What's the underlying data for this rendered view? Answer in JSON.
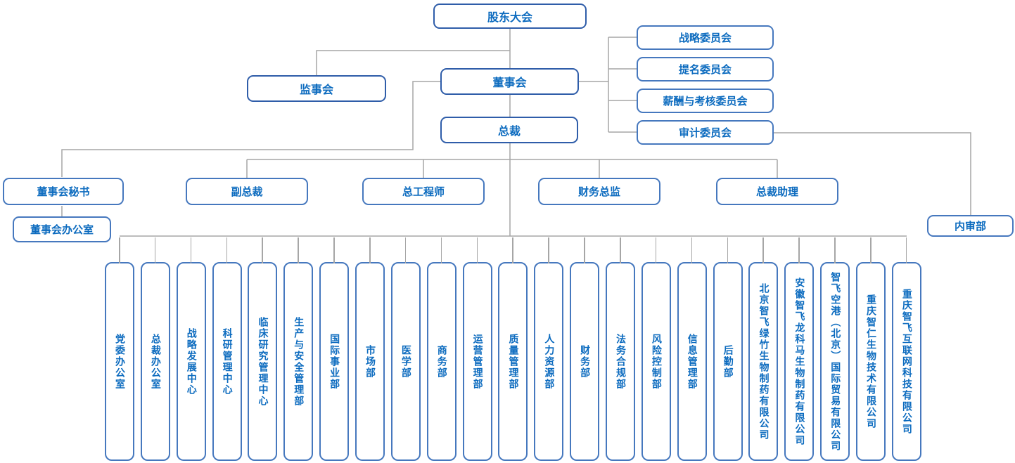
{
  "colors": {
    "primary_border": "#2f5da9",
    "secondary_border": "#4678be",
    "text": "#0c6bbf",
    "line": "#a6a6a6",
    "bg": "#ffffff"
  },
  "nodes": {
    "shareholders": {
      "label": "股东大会"
    },
    "supervisory": {
      "label": "监事会"
    },
    "board": {
      "label": "董事会"
    },
    "president": {
      "label": "总裁"
    },
    "board_office": {
      "label": "董事会办公室"
    },
    "internal_audit": {
      "label": "内审部"
    }
  },
  "committees": [
    {
      "label": "战略委员会"
    },
    {
      "label": "提名委员会"
    },
    {
      "label": "薪酬与考核委员会"
    },
    {
      "label": "审计委员会"
    }
  ],
  "executives": [
    {
      "label": "董事会秘书"
    },
    {
      "label": "副总裁"
    },
    {
      "label": "总工程师"
    },
    {
      "label": "财务总监"
    },
    {
      "label": "总裁助理"
    }
  ],
  "departments": [
    {
      "label": "党委办公室"
    },
    {
      "label": "总裁办公室"
    },
    {
      "label": "战略发展中心"
    },
    {
      "label": "科研管理中心"
    },
    {
      "label": "临床研究管理中心"
    },
    {
      "label": "生产与安全管理部"
    },
    {
      "label": "国际事业部"
    },
    {
      "label": "市场部"
    },
    {
      "label": "医学部"
    },
    {
      "label": "商务部"
    },
    {
      "label": "运营管理部"
    },
    {
      "label": "质量管理部"
    },
    {
      "label": "人力资源部"
    },
    {
      "label": "财务部"
    },
    {
      "label": "法务合规部"
    },
    {
      "label": "风险控制部"
    },
    {
      "label": "信息管理部"
    },
    {
      "label": "后勤部"
    },
    {
      "label": "北京智飞绿竹生物制药有限公司"
    },
    {
      "label": "安徽智飞龙科马生物制药有限公司"
    },
    {
      "label": "智飞空港（北京）国际贸易有限公司"
    },
    {
      "label": "重庆智仁生物技术有限公司"
    },
    {
      "label": "重庆智飞互联网科技有限公司"
    }
  ]
}
